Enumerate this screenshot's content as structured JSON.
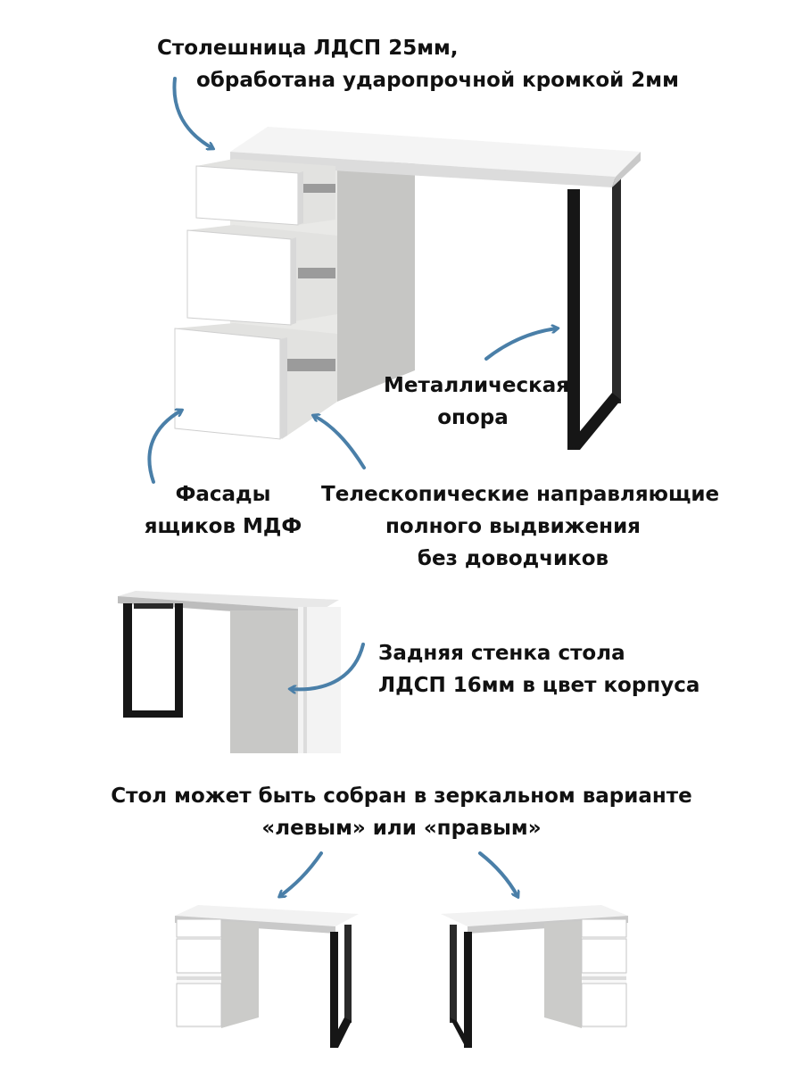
{
  "labels": {
    "tabletop": [
      "Столешница ЛДСП 25мм,",
      "обработана ударопрочной кромкой 2мм"
    ],
    "metal_support": [
      "Металлическая",
      "опора"
    ],
    "drawer_fronts": [
      "Фасады",
      "ящиков МДФ"
    ],
    "telescopic_guides": [
      "Телескопические направляющие",
      "полного выдвижения",
      "без доводчиков"
    ],
    "back_panel": [
      "Задняя стенка стола",
      "ЛДСП 16мм в цвет корпуса"
    ],
    "mirror_assembly": [
      "Стол может быть собран в зеркальном варианте",
      "«левым» или «правым»"
    ]
  },
  "colors": {
    "arrow": "#4a7fa8",
    "leg": "#161616",
    "panel_white": "#f7f7f7",
    "panel_grey": "#c8c8c6",
    "drawer_front": "#ffffff",
    "text": "#111111"
  },
  "icons": [
    "curved-arrow-icon",
    "desk-open-drawers-illustration",
    "desk-back-view-illustration",
    "desk-left-variant-illustration",
    "desk-right-variant-illustration"
  ]
}
